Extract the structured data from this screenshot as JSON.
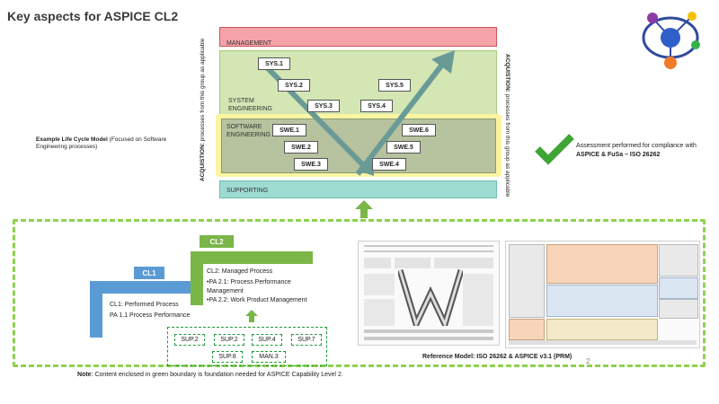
{
  "title": "Key aspects for ASPICE CL2",
  "lifecycle_caption": "Example Life Cycle Model (Focused on Software Engineering processes)",
  "lifecycle_caption_bold": "Example Life Cycle Model",
  "lifecycle_caption_rest": " (Focused on Software Engineering processes)",
  "acq_left_bold": "ACQUISTION:",
  "acq_left_rest": " processes from this group as applicable",
  "acq_right_bold": "ACQUISTION:",
  "acq_right_rest": " processes from this group as applicable",
  "bands": {
    "management": "MANAGEMENT",
    "system": "SYSTEM ENGINEERING",
    "software": "SOFTWARE ENGINEERING",
    "supporting": "SUPPORTING"
  },
  "sys_boxes": [
    "SYS.1",
    "SYS.2",
    "SYS.3",
    "SYS.4",
    "SYS.5"
  ],
  "swe_boxes": [
    "SWE.1",
    "SWE.2",
    "SWE.3",
    "SWE.4",
    "SWE.5",
    "SWE.6"
  ],
  "assessment_text": "Assessment performed for compliance with",
  "assessment_bold": "ASPICE & FuSa – ISO 26262",
  "cl1": {
    "tag": "CL1",
    "line1": "CL1: Performed Process",
    "line2": "PA 1.1 Process Performance"
  },
  "cl2": {
    "tag": "CL2",
    "line1": "CL2: Managed Process",
    "line2": "•PA 2.1: Process Performance Management",
    "line3": "•PA 2.2: Work Product Management"
  },
  "sup_boxes": [
    "SUP.2",
    "SUP.2",
    "SUP.4",
    "SUP.7",
    "SUP.8",
    "MAN.3"
  ],
  "note_bold": "Note",
  "note_rest": ": Content enclosed in green boundary is foundation needed for ASPICE Capability Level 2.",
  "reference_caption": "Reference Model: ISO 26262 & ASPICE v3.1 (PRM)",
  "page_number": "2",
  "colors": {
    "management": "#f4a3a8",
    "system": "#d3e6b4",
    "software": "#b6c39e",
    "supporting": "#9edbd0",
    "arrow": "#6a9a96",
    "green": "#7ab648",
    "cl1": "#5b9bd5",
    "dashed_green": "#8fd14f",
    "check": "#3fa535"
  }
}
